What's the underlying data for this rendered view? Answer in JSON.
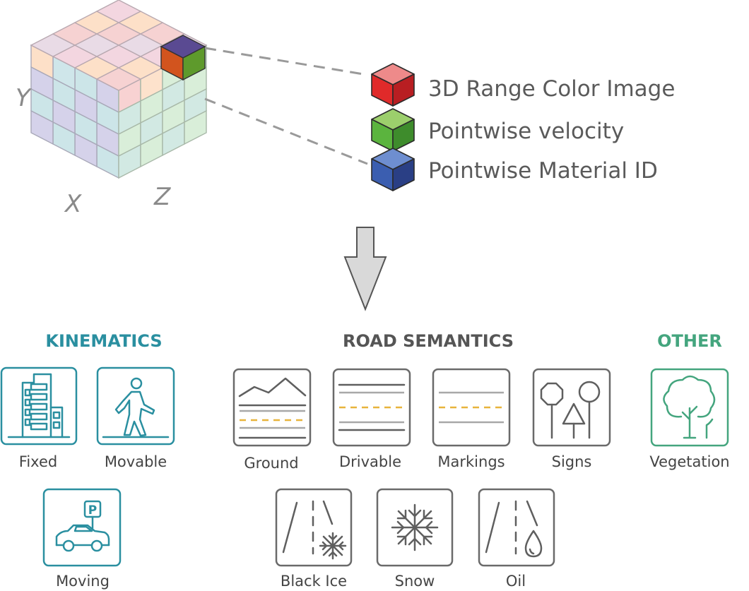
{
  "cube": {
    "axis_x": "X",
    "axis_y": "Y",
    "axis_z": "Z"
  },
  "channels": [
    {
      "label": "3D Range Color Image",
      "color": "#d8282c",
      "icon": "red-cube-icon"
    },
    {
      "label": "Pointwise velocity",
      "color": "#4ca83c",
      "icon": "green-cube-icon"
    },
    {
      "label": "Pointwise Material ID",
      "color": "#3a5aa8",
      "icon": "blue-cube-icon"
    }
  ],
  "categories": {
    "kinematics": {
      "title": "KINEMATICS",
      "color": "#2a8fa0"
    },
    "road_semantics": {
      "title": "ROAD SEMANTICS",
      "color": "#555555"
    },
    "other": {
      "title": "OTHER",
      "color": "#44a57e"
    }
  },
  "icons": {
    "fixed": {
      "label": "Fixed",
      "icon": "building-icon"
    },
    "movable": {
      "label": "Movable",
      "icon": "pedestrian-icon"
    },
    "moving": {
      "label": "Moving",
      "icon": "car-parking-icon",
      "glyph": "P"
    },
    "ground": {
      "label": "Ground",
      "icon": "mountain-road-icon"
    },
    "drivable": {
      "label": "Drivable",
      "icon": "road-lanes-icon"
    },
    "markings": {
      "label": "Markings",
      "icon": "lane-markings-icon"
    },
    "signs": {
      "label": "Signs",
      "icon": "traffic-signs-icon"
    },
    "vegetation": {
      "label": "Vegetation",
      "icon": "tree-icon"
    },
    "black_ice": {
      "label": "Black Ice",
      "icon": "road-snowflake-icon"
    },
    "snow": {
      "label": "Snow",
      "icon": "snowflake-icon"
    },
    "oil": {
      "label": "Oil",
      "icon": "road-drop-icon"
    }
  }
}
